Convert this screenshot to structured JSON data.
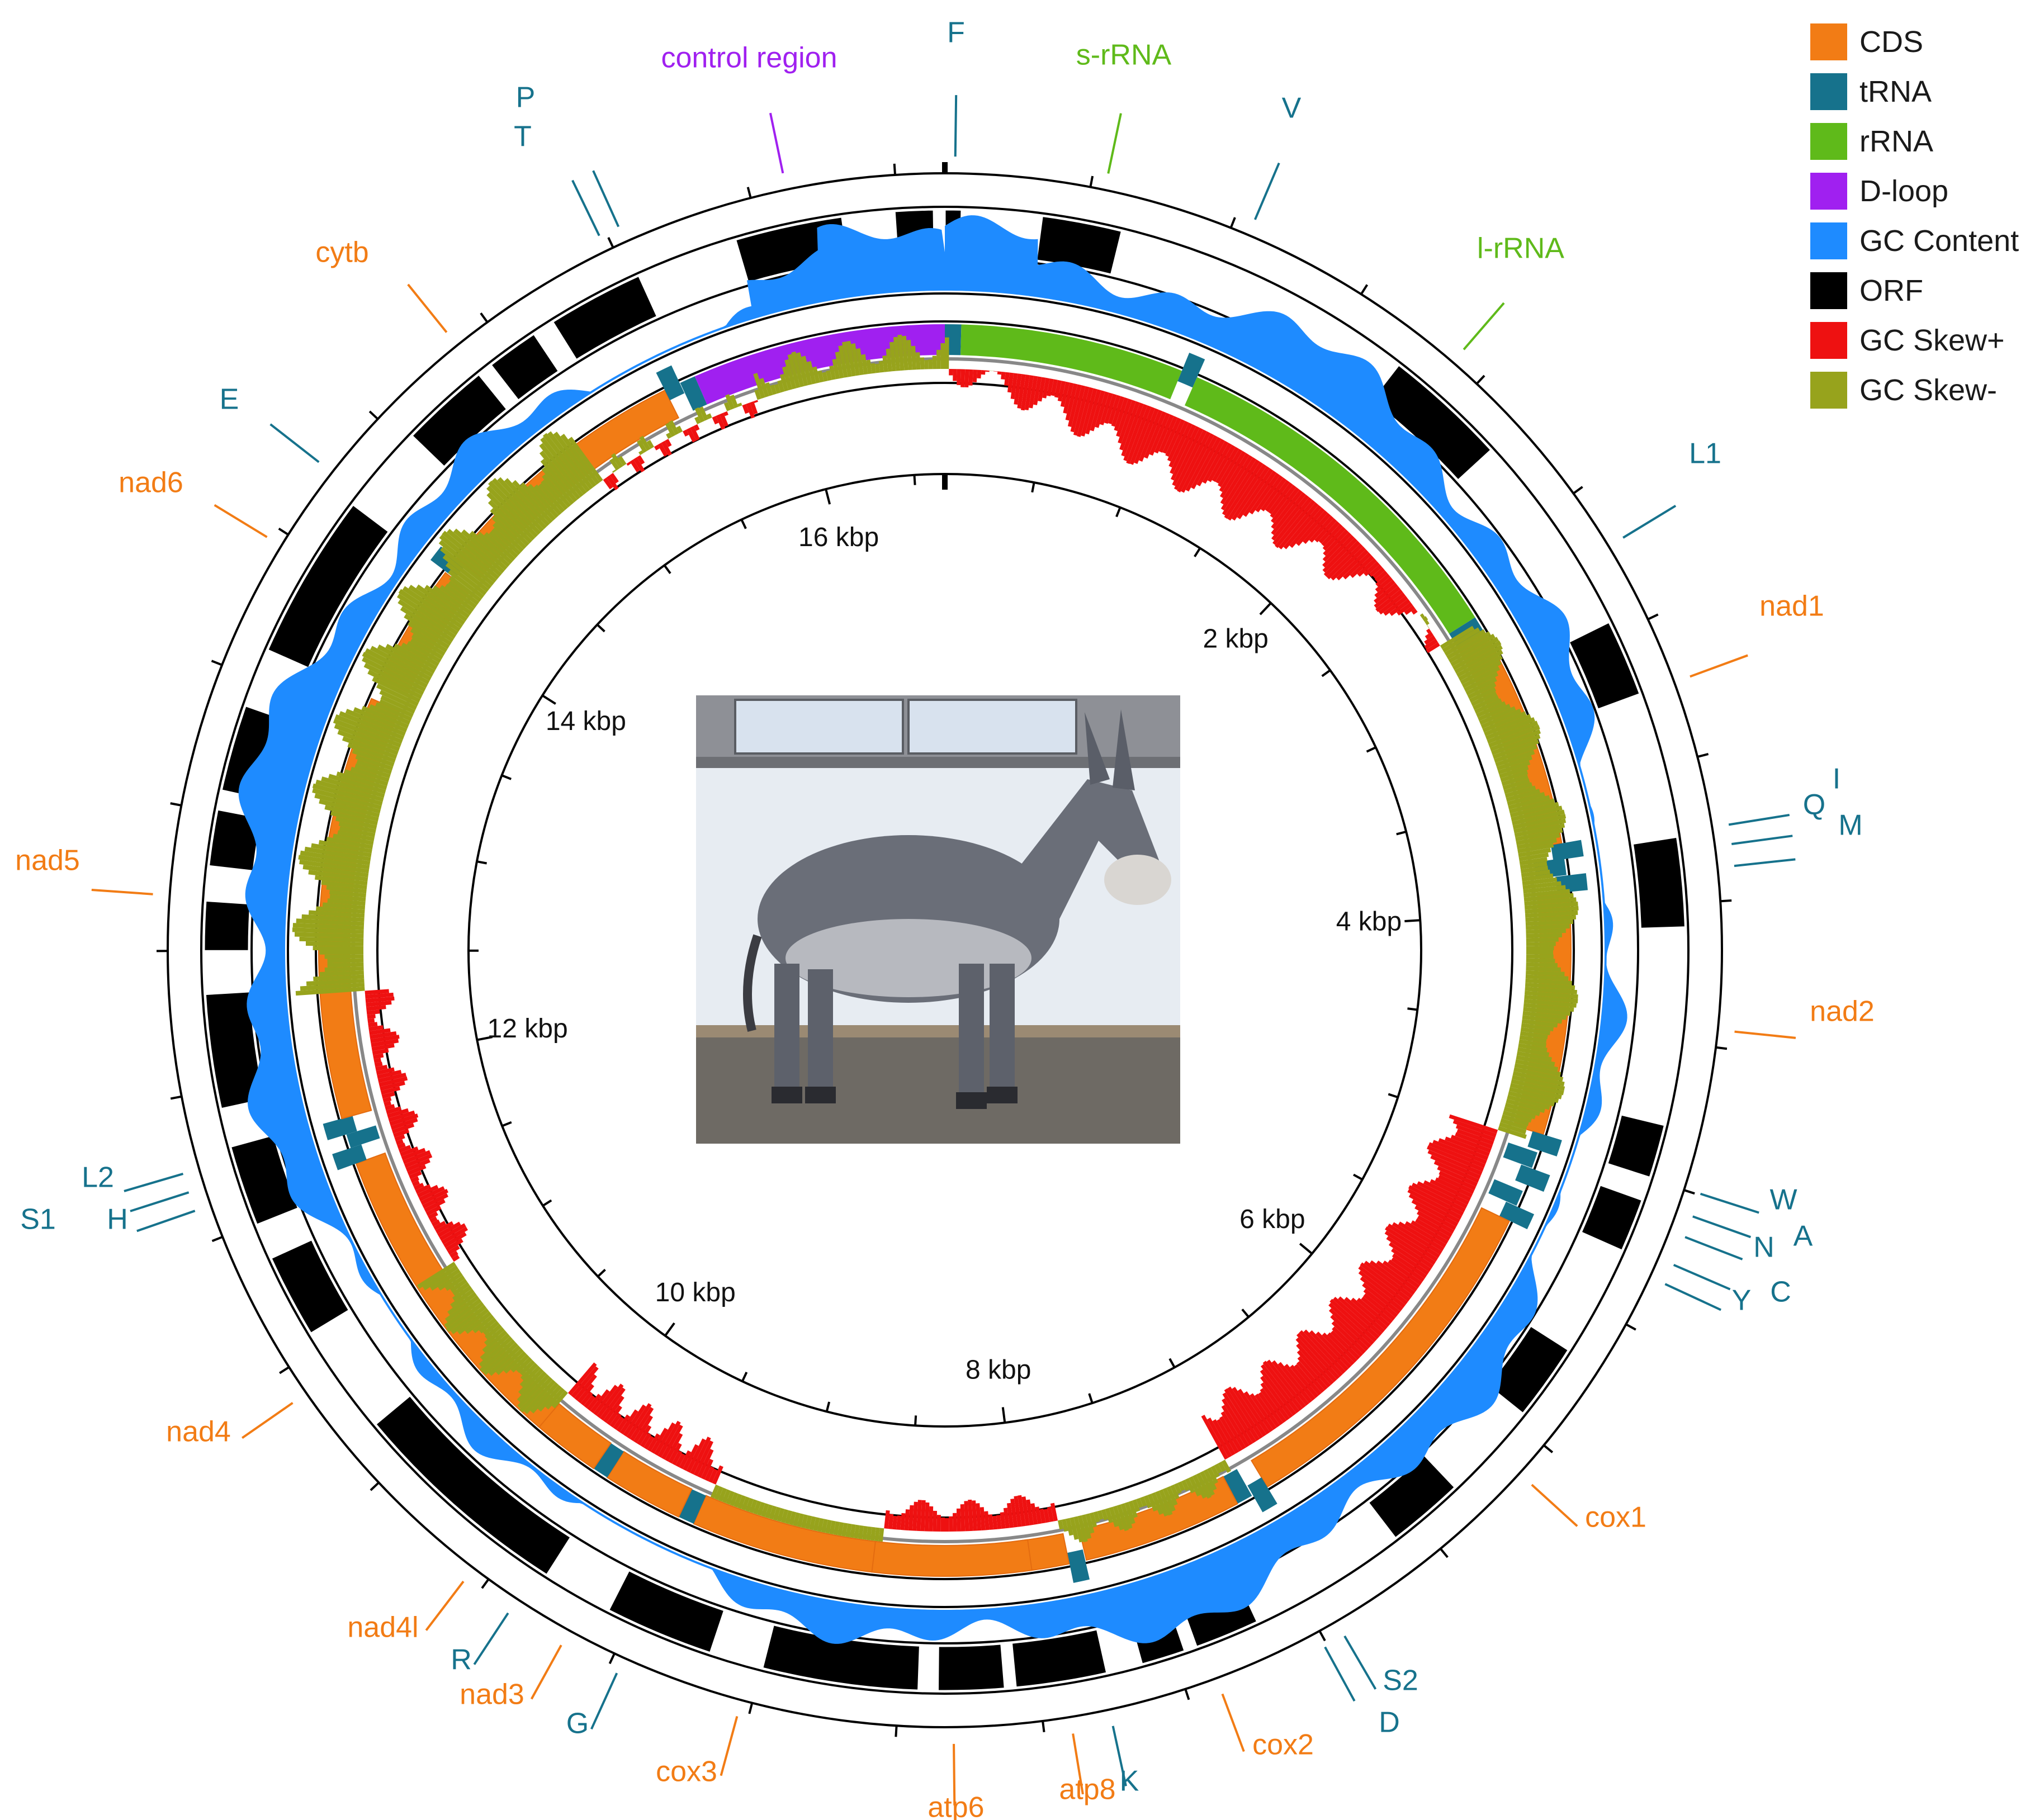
{
  "legend": [
    {
      "label": "CDS",
      "color": "#f27c15"
    },
    {
      "label": "tRNA",
      "color": "#16728c"
    },
    {
      "label": "rRNA",
      "color": "#5fba1a"
    },
    {
      "label": "D-loop",
      "color": "#a020f0"
    },
    {
      "label": "GC Content",
      "color": "#1e8bff"
    },
    {
      "label": "ORF",
      "color": "#000000"
    },
    {
      "label": "GC Skew+",
      "color": "#ee1111"
    },
    {
      "label": "GC Skew-",
      "color": "#97a31c"
    }
  ],
  "genome_length": 16670,
  "kbp_labels": [
    "2 kbp",
    "4 kbp",
    "6 kbp",
    "8 kbp",
    "10 kbp",
    "12 kbp",
    "14 kbp",
    "16 kbp"
  ],
  "features": [
    {
      "name": "F",
      "type": "tRNA",
      "start": 0,
      "end": 70
    },
    {
      "name": "s-rRNA",
      "type": "rRNA",
      "start": 70,
      "end": 1030
    },
    {
      "name": "V",
      "type": "tRNA",
      "start": 1030,
      "end": 1100
    },
    {
      "name": "l-rRNA",
      "type": "rRNA",
      "start": 1100,
      "end": 2680
    },
    {
      "name": "L1",
      "type": "tRNA",
      "start": 2680,
      "end": 2755
    },
    {
      "name": "nad1",
      "type": "CDS",
      "start": 2755,
      "end": 3712
    },
    {
      "name": "I",
      "type": "tRNA",
      "start": 3712,
      "end": 3780
    },
    {
      "name": "Q",
      "type": "tRNA",
      "start": 3775,
      "end": 3848
    },
    {
      "name": "M",
      "type": "tRNA",
      "start": 3850,
      "end": 3920
    },
    {
      "name": "nad2",
      "type": "CDS",
      "start": 3920,
      "end": 4960
    },
    {
      "name": "W",
      "type": "tRNA",
      "start": 4960,
      "end": 5030
    },
    {
      "name": "A",
      "type": "tRNA",
      "start": 5040,
      "end": 5110
    },
    {
      "name": "N",
      "type": "tRNA",
      "start": 5112,
      "end": 5185
    },
    {
      "name": "C",
      "type": "tRNA",
      "start": 5215,
      "end": 5283
    },
    {
      "name": "Y",
      "type": "tRNA",
      "start": 5285,
      "end": 5353
    },
    {
      "name": "cox1",
      "type": "CDS",
      "start": 5355,
      "end": 6900
    },
    {
      "name": "S2",
      "type": "tRNA",
      "start": 6900,
      "end": 6970
    },
    {
      "name": "D",
      "type": "tRNA",
      "start": 6975,
      "end": 7045
    },
    {
      "name": "cox2",
      "type": "CDS",
      "start": 7045,
      "end": 7730
    },
    {
      "name": "K",
      "type": "tRNA",
      "start": 7735,
      "end": 7803
    },
    {
      "name": "atp8",
      "type": "CDS",
      "start": 7805,
      "end": 8005
    },
    {
      "name": "atp6",
      "type": "CDS",
      "start": 7965,
      "end": 8645
    },
    {
      "name": "cox3",
      "type": "CDS",
      "start": 8645,
      "end": 9430
    },
    {
      "name": "G",
      "type": "tRNA",
      "start": 9430,
      "end": 9500
    },
    {
      "name": "nad3",
      "type": "CDS",
      "start": 9500,
      "end": 9846
    },
    {
      "name": "R",
      "type": "tRNA",
      "start": 9846,
      "end": 9915
    },
    {
      "name": "nad4l",
      "type": "CDS",
      "start": 9915,
      "end": 10212
    },
    {
      "name": "nad4",
      "type": "CDS",
      "start": 10205,
      "end": 11580
    },
    {
      "name": "H",
      "type": "tRNA",
      "start": 11580,
      "end": 11650
    },
    {
      "name": "S1",
      "type": "tRNA",
      "start": 11650,
      "end": 11710
    },
    {
      "name": "L2",
      "type": "tRNA",
      "start": 11710,
      "end": 11780
    },
    {
      "name": "nad5",
      "type": "CDS",
      "start": 11780,
      "end": 13600
    },
    {
      "name": "nad6",
      "type": "CDS",
      "start": 13690,
      "end": 14220
    },
    {
      "name": "E",
      "type": "tRNA",
      "start": 14225,
      "end": 14295
    },
    {
      "name": "cytb",
      "type": "CDS",
      "start": 14300,
      "end": 15440
    },
    {
      "name": "T",
      "type": "tRNA",
      "start": 15440,
      "end": 15510
    },
    {
      "name": "P",
      "type": "tRNA",
      "start": 15512,
      "end": 15580
    },
    {
      "name": "control region",
      "type": "D-loop",
      "start": 15580,
      "end": 16670
    }
  ],
  "gene_labels": [
    {
      "text": "F",
      "color": "#16728c"
    },
    {
      "text": "s-rRNA",
      "color": "#5fba1a"
    },
    {
      "text": "V",
      "color": "#16728c"
    },
    {
      "text": "l-rRNA",
      "color": "#5fba1a"
    },
    {
      "text": "L1",
      "color": "#16728c"
    },
    {
      "text": "nad1",
      "color": "#f27c15"
    },
    {
      "text": "I",
      "color": "#16728c"
    },
    {
      "text": "Q",
      "color": "#16728c"
    },
    {
      "text": "M",
      "color": "#16728c"
    },
    {
      "text": "nad2",
      "color": "#f27c15"
    },
    {
      "text": "W",
      "color": "#16728c"
    },
    {
      "text": "A",
      "color": "#16728c"
    },
    {
      "text": "N",
      "color": "#16728c"
    },
    {
      "text": "C",
      "color": "#16728c"
    },
    {
      "text": "Y",
      "color": "#16728c"
    },
    {
      "text": "cox1",
      "color": "#f27c15"
    },
    {
      "text": "S2",
      "color": "#16728c"
    },
    {
      "text": "D",
      "color": "#16728c"
    },
    {
      "text": "cox2",
      "color": "#f27c15"
    },
    {
      "text": "K",
      "color": "#16728c"
    },
    {
      "text": "atp8",
      "color": "#f27c15"
    },
    {
      "text": "atp6",
      "color": "#f27c15"
    },
    {
      "text": "cox3",
      "color": "#f27c15"
    },
    {
      "text": "G",
      "color": "#16728c"
    },
    {
      "text": "nad3",
      "color": "#f27c15"
    },
    {
      "text": "R",
      "color": "#16728c"
    },
    {
      "text": "nad4l",
      "color": "#f27c15"
    },
    {
      "text": "nad4",
      "color": "#f27c15"
    },
    {
      "text": "H",
      "color": "#16728c"
    },
    {
      "text": "S1",
      "color": "#16728c"
    },
    {
      "text": "L2",
      "color": "#16728c"
    },
    {
      "text": "nad5",
      "color": "#f27c15"
    },
    {
      "text": "nad6",
      "color": "#f27c15"
    },
    {
      "text": "E",
      "color": "#16728c"
    },
    {
      "text": "cytb",
      "color": "#f27c15"
    },
    {
      "text": "T",
      "color": "#16728c"
    },
    {
      "text": "P",
      "color": "#16728c"
    },
    {
      "text": "control region",
      "color": "#a020f0"
    }
  ],
  "orf_blocks": [
    [
      0,
      60
    ],
    [
      350,
      640
    ],
    [
      1750,
      2200
    ],
    [
      2950,
      3230
    ],
    [
      3760,
      4085
    ],
    [
      4800,
      4995
    ],
    [
      5080,
      5275
    ],
    [
      5680,
      5960
    ],
    [
      6320,
      6600
    ],
    [
      7180,
      7415
    ],
    [
      7460,
      7620
    ],
    [
      7750,
      8080
    ],
    [
      8120,
      8360
    ],
    [
      8430,
      8995
    ],
    [
      9190,
      9585
    ],
    [
      9840,
      10660
    ],
    [
      11060,
      11365
    ],
    [
      11495,
      11790
    ],
    [
      11930,
      12345
    ],
    [
      12500,
      12680
    ],
    [
      12805,
      13010
    ],
    [
      13080,
      13395
    ],
    [
      13610,
      14215
    ],
    [
      14540,
      14865
    ],
    [
      14920,
      15110
    ],
    [
      15190,
      15540
    ],
    [
      15910,
      16300
    ],
    [
      16490,
      16630
    ]
  ]
}
